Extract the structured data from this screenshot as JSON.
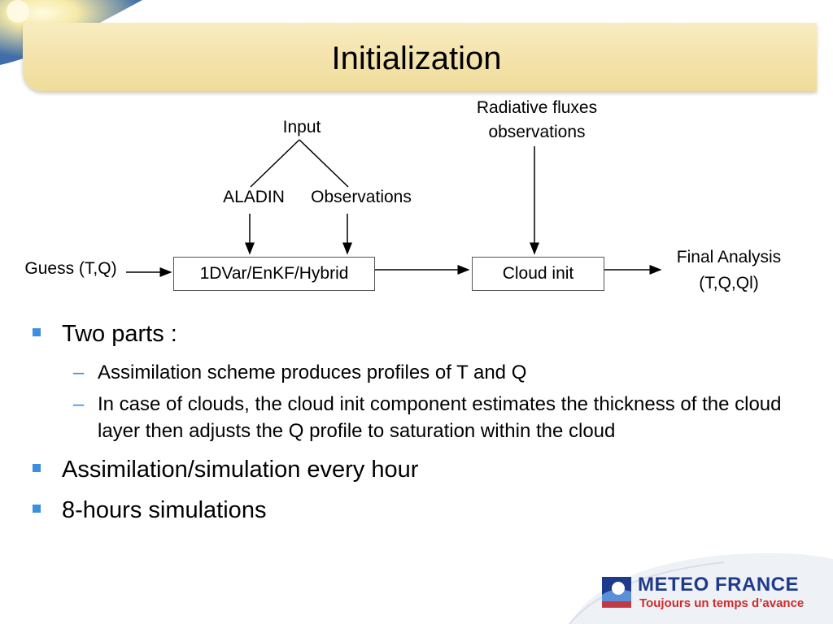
{
  "slide": {
    "title": "Initialization"
  },
  "diagram": {
    "input_label": "Input",
    "aladin_label": "ALADIN",
    "observations_label": "Observations",
    "radiative_line1": "Radiative fluxes",
    "radiative_line2": "observations",
    "guess_label": "Guess (T,Q)",
    "assim_box": "1DVar/EnKF/Hybrid",
    "cloud_box": "Cloud init",
    "final_line1": "Final Analysis",
    "final_line2": "(T,Q,Ql)"
  },
  "bullets": [
    {
      "text": "Two parts :",
      "subs": [
        "Assimilation scheme produces profiles of T and Q",
        "In case of clouds, the cloud init component estimates the thickness of the cloud layer then adjusts the Q profile to saturation within the cloud"
      ]
    },
    {
      "text": "Assimilation/simulation every hour"
    },
    {
      "text": "8-hours simulations"
    }
  ],
  "logo": {
    "name": "METEO FRANCE",
    "tagline": "Toujours un temps d’avance"
  },
  "colors": {
    "title_band": "#f3e2a8",
    "bullet_accent": "#3b8ee0",
    "logo_blue": "#1e3a8a",
    "logo_red": "#d22a2a"
  }
}
